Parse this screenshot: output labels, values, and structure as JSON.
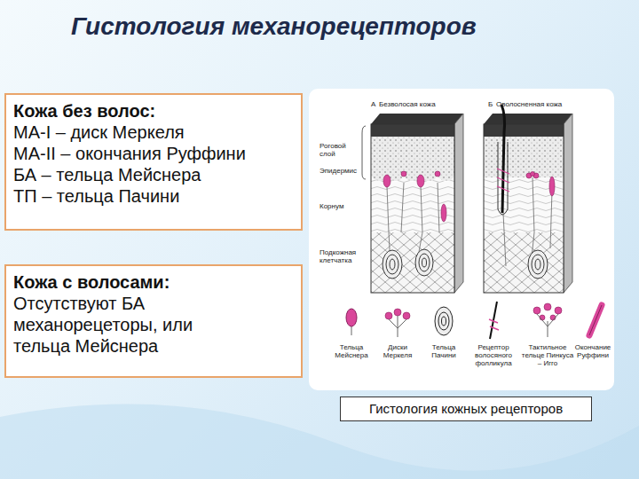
{
  "diagram": {
    "title": "Гистология механорецепторов",
    "caption": "Гистология кожных рецепторов",
    "nodes": [
      {
        "text": [
          "Кожа без волос:",
          "МА-I – диск Меркеля",
          "МА-II – окончания Руффини",
          "БА – тельца Мейснера",
          "ТП – тельца Пачини"
        ]
      },
      {
        "text": [
          "Кожа с волосами:",
          "Отсутствуют БА механорецеторы, или тельца Мейснера"
        ]
      }
    ],
    "labels": [
      "А",
      "Безволосая кожа",
      "Б",
      "Оволосненная кожа",
      "Роговой слой",
      "Эпидермис",
      "Корнум",
      "Подкожная клетчатка",
      "Тельца Мейснера",
      "Диски Меркеля",
      "Тельца Пачини",
      "Рецептор волосяного фолликула",
      "Тактильное тельце Пинкуса – Игго",
      "Окончание Руффини"
    ]
  }
}
